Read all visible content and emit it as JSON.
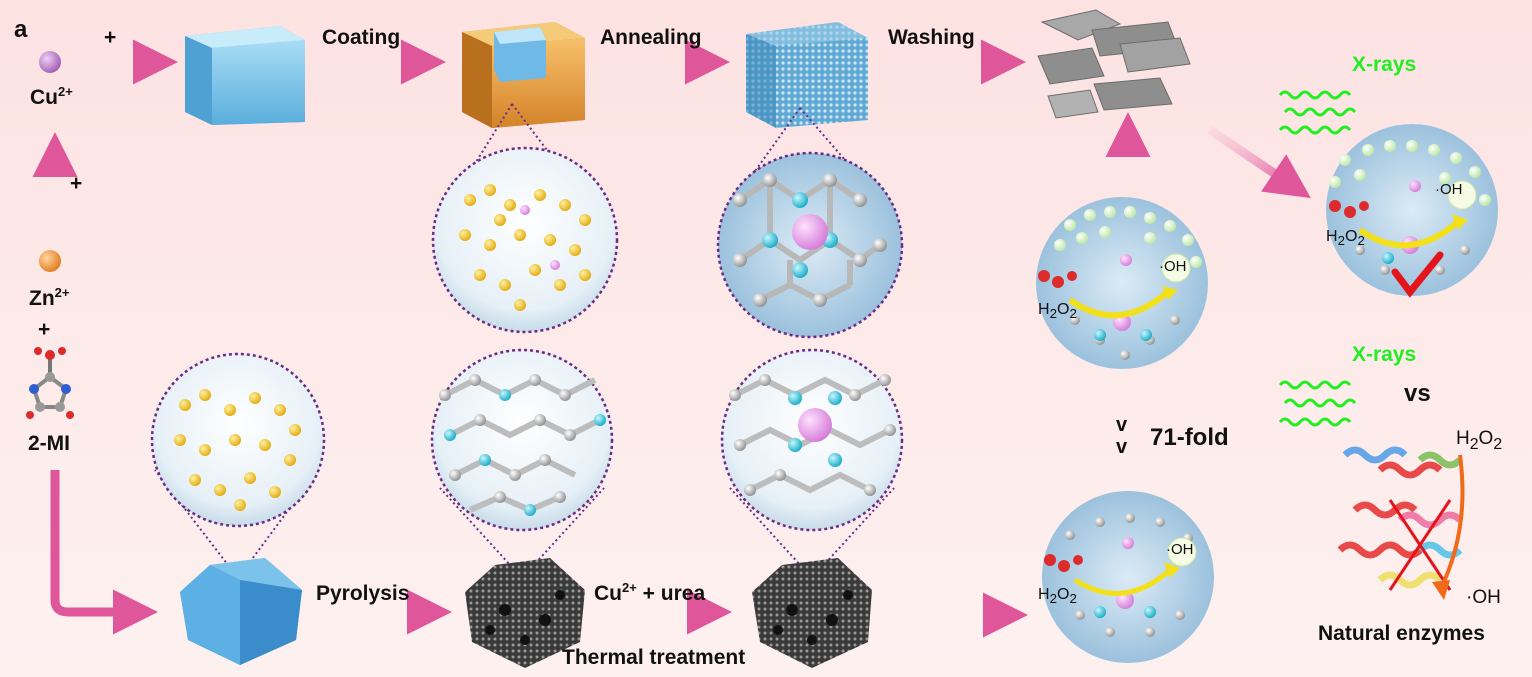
{
  "panel_label": "a",
  "ions": {
    "cu": {
      "base": "Cu",
      "charge": "2+"
    },
    "zn": {
      "base": "Zn",
      "charge": "2+"
    },
    "ligand": "2-MI"
  },
  "plus": "+",
  "steps": {
    "coating": "Coating",
    "annealing": "Annealing",
    "washing": "Washing",
    "pyrolysis": "Pyrolysis",
    "cu_urea": {
      "base": "Cu",
      "charge": "2+",
      "rest": " + urea"
    },
    "thermal": "Thermal treatment"
  },
  "xrays": "X-rays",
  "oh": "·OH",
  "h2o2": {
    "base": "H",
    "sub1": "2",
    "mid": "O",
    "sub2": "2"
  },
  "fold": "71-fold",
  "greater": "v",
  "vs": "vs",
  "natural": "Natural enzymes",
  "colors": {
    "arrow": "#e0569a",
    "cube_blue": "#7cc4ea",
    "shell_orange": "#e89a3a",
    "atom_yellow": "#f5c11a",
    "atom_cyan": "#29c6dc",
    "atom_pink": "#e496e2",
    "dotted_purple": "#6a2c86",
    "xray_green": "#22ee22",
    "check_red": "#e3141c",
    "curve_yellow": "#f2e01a"
  }
}
